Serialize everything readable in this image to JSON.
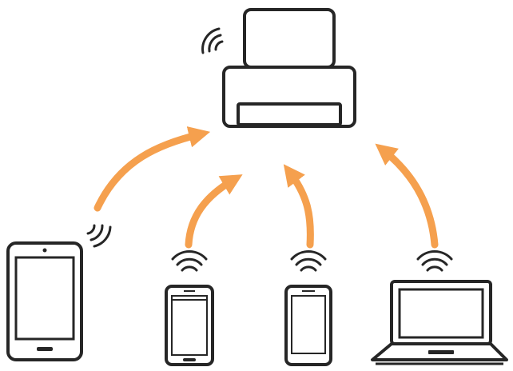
{
  "diagram": {
    "description_text": "",
    "colors": {
      "outline": "#262626",
      "arrow": "#F5A04E",
      "background": "#FFFFFF"
    },
    "nodes": [
      {
        "id": "printer",
        "icon": "printer-icon"
      },
      {
        "id": "tablet",
        "icon": "tablet-icon"
      },
      {
        "id": "smartphone-1",
        "icon": "smartphone-icon"
      },
      {
        "id": "smartphone-2",
        "icon": "smartphone-icon"
      },
      {
        "id": "laptop",
        "icon": "laptop-icon"
      }
    ],
    "edges": [
      {
        "from": "tablet",
        "to": "printer",
        "style": "arrow"
      },
      {
        "from": "smartphone-1",
        "to": "printer",
        "style": "arrow"
      },
      {
        "from": "smartphone-2",
        "to": "printer",
        "style": "arrow"
      },
      {
        "from": "laptop",
        "to": "printer",
        "style": "arrow"
      }
    ],
    "signal_icons": [
      "wifi-icon",
      "wifi-icon",
      "wifi-icon",
      "wifi-icon",
      "wifi-icon"
    ]
  }
}
